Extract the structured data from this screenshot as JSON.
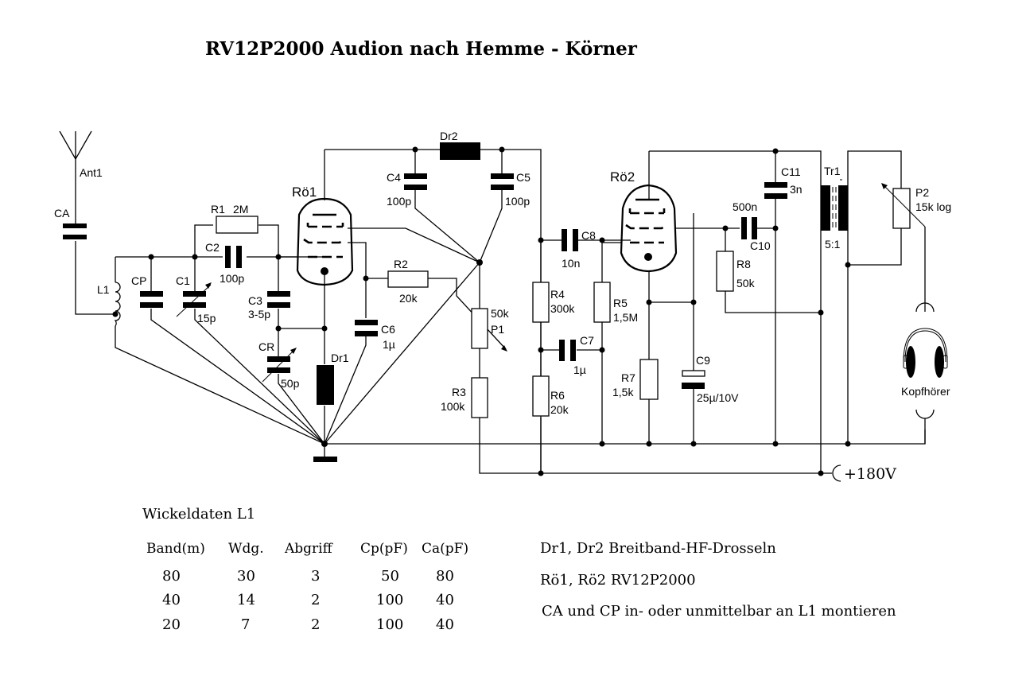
{
  "title": "RV12P2000 Audion nach Hemme - Körner",
  "components": {
    "ant1": {
      "ref": "Ant1"
    },
    "ca": {
      "ref": "CA"
    },
    "l1": {
      "ref": "L1"
    },
    "cp": {
      "ref": "CP"
    },
    "c1": {
      "ref": "C1",
      "value": "15p"
    },
    "r1": {
      "ref": "R1",
      "value": "2M"
    },
    "c2": {
      "ref": "C2",
      "value": "100p"
    },
    "c3": {
      "ref": "C3",
      "value": "3-5p"
    },
    "cr": {
      "ref": "CR",
      "value": "50p"
    },
    "ro1": {
      "ref": "Rö1"
    },
    "dr1": {
      "ref": "Dr1"
    },
    "dr2": {
      "ref": "Dr2"
    },
    "c4": {
      "ref": "C4",
      "value": "100p"
    },
    "c5": {
      "ref": "C5",
      "value": "100p"
    },
    "c6": {
      "ref": "C6",
      "value": "1µ"
    },
    "r2": {
      "ref": "R2",
      "value": "20k"
    },
    "p1": {
      "ref": "P1",
      "value": "50k"
    },
    "r3": {
      "ref": "R3",
      "value": "100k"
    },
    "c8": {
      "ref": "C8",
      "value": "10n"
    },
    "r4": {
      "ref": "R4",
      "value": "300k"
    },
    "r5": {
      "ref": "R5",
      "value": "1,5M"
    },
    "c7": {
      "ref": "C7",
      "value": "1µ"
    },
    "r6": {
      "ref": "R6",
      "value": "20k"
    },
    "ro2": {
      "ref": "Rö2"
    },
    "r7": {
      "ref": "R7",
      "value": "1,5k"
    },
    "c9": {
      "ref": "C9",
      "value": "25µ/10V"
    },
    "c10": {
      "ref": "C10",
      "value": "500n"
    },
    "r8": {
      "ref": "R8",
      "value": "50k"
    },
    "c11": {
      "ref": "C11",
      "value": "3n"
    },
    "tr1": {
      "ref": "Tr1",
      "ratio": "5:1"
    },
    "p2": {
      "ref": "P2",
      "value": "15k log"
    },
    "headphones": {
      "label": "Kopfhörer"
    },
    "supply": {
      "label": "+180V"
    }
  },
  "winding_table": {
    "title": "Wickeldaten L1",
    "headers": [
      "Band(m)",
      "Wdg.",
      "Abgriff",
      "Cp(pF)",
      "Ca(pF)"
    ],
    "rows": [
      [
        "80",
        "30",
        "3",
        "50",
        "80"
      ],
      [
        "40",
        "14",
        "2",
        "100",
        "40"
      ],
      [
        "20",
        "7",
        "2",
        "100",
        "40"
      ]
    ]
  },
  "notes": [
    "Dr1, Dr2  Breitband-HF-Drosseln",
    "Rö1, Rö2 RV12P2000",
    "CA und CP in- oder unmittelbar an L1 montieren"
  ]
}
